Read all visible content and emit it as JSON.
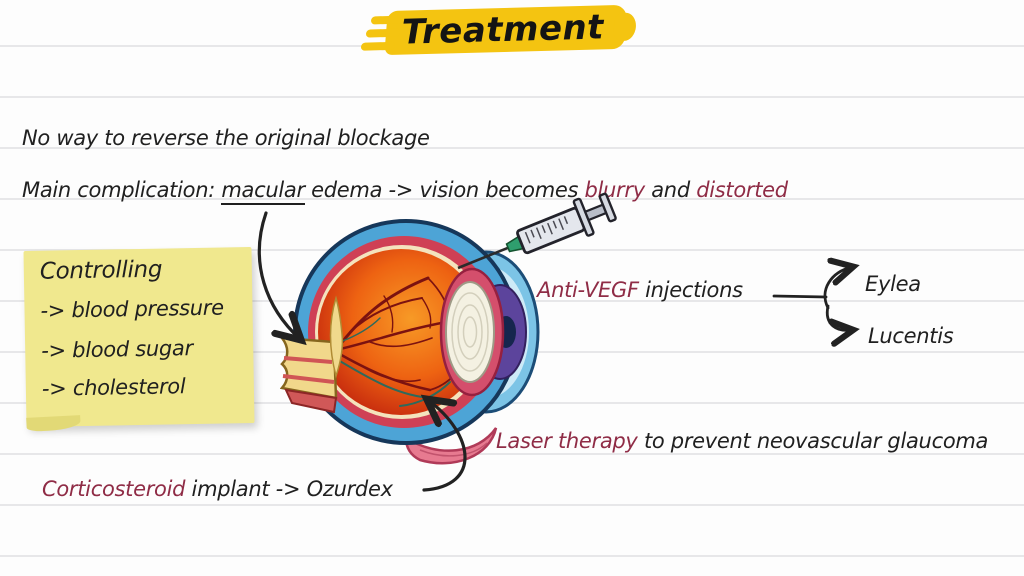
{
  "title": "Treatment",
  "lines": {
    "no_reverse": "No way to reverse the original blockage",
    "complication": {
      "prefix": "Main complication: ",
      "underlined": "macular",
      "mid": " edema -> vision becomes ",
      "red1": "blurry",
      "and": " and ",
      "red2": "distorted"
    }
  },
  "sticky_note": {
    "title": "Controlling",
    "items": [
      "-> blood pressure",
      "-> blood sugar",
      "-> cholesterol"
    ]
  },
  "treatments": {
    "anti_vegf": {
      "highlight": "Anti-VEGF",
      "rest": " injections",
      "brands": [
        "Eylea",
        "Lucentis"
      ]
    },
    "laser": {
      "highlight": "Laser therapy",
      "rest": " to prevent neovascular glaucoma"
    },
    "corticosteroid": {
      "highlight": "Corticosteroid",
      "rest": " implant -> Ozurdex"
    }
  },
  "colors": {
    "highlight_yellow": "#f4c411",
    "sticky_yellow": "#f0e88e",
    "accent_red": "#8f2c46",
    "ink": "#202020"
  },
  "icons": {
    "eye": "eye-cross-section",
    "syringe": "syringe-icon"
  }
}
